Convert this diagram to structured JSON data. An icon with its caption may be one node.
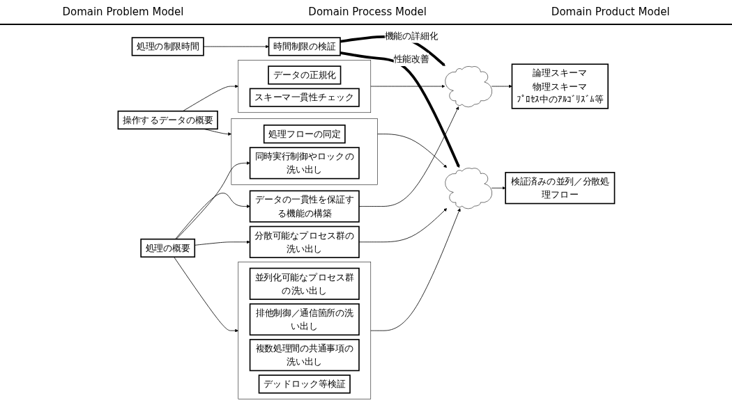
{
  "diagram": {
    "nodes": [
      {
        "text": [
          "操作するデータの概要"
        ]
      },
      {
        "text": [
          "処理の制限時間"
        ]
      },
      {
        "text": [
          "処理の概要"
        ]
      },
      {
        "text": [],
        "shape": "box"
      },
      {
        "text": [
          "データの正規化"
        ],
        "in": 3
      },
      {
        "text": [
          "スキーマ一貫性チェック"
        ],
        "in": 3
      },
      {
        "text": [
          "データの一貫性を保証する機能の構築"
        ]
      },
      {
        "text": [],
        "shape": "box"
      },
      {
        "text": [
          "処理フローの同定"
        ],
        "in": 7
      },
      {
        "text": [
          "同時実行制御やロックの洗い出し"
        ],
        "in": 7
      },
      {
        "text": [
          "分散可能なプロセス群の洗い出し"
        ]
      },
      {
        "text": [],
        "shape": "box"
      },
      {
        "text": [
          "並列化可能なプロセス群の洗い出し"
        ],
        "in": 11
      },
      {
        "text": [
          "排他制御／通信箇所の洗い出し"
        ],
        "in": 11
      },
      {
        "text": [
          "複数処理間の共通事項の洗い出し"
        ],
        "in": 11
      },
      {
        "text": [
          "デッドロック等検証"
        ],
        "in": 11
      },
      {
        "text": [],
        "shape": "cloud"
      },
      {
        "text": [
          "時間制限の検証"
        ]
      },
      {
        "text": [],
        "shape": "cloud"
      },
      {
        "text": [
          "論理スキーマ",
          "物理スキーマ",
          "ﾌﾟﾛｾｽ中のｱﾙｺﾞﾘｽﾞﾑ等"
        ]
      },
      {
        "text": [
          "検証済みの並列／分散処理フロー"
        ]
      }
    ],
    "edges": [
      {
        "from": 0,
        "to": 3,
        "arrow": "to"
      },
      {
        "from": 0,
        "to": 7,
        "arrow": "to"
      },
      {
        "from": 2,
        "to": 6,
        "arrow": "to"
      },
      {
        "from": 2,
        "to": 9,
        "arrow": "to"
      },
      {
        "from": 2,
        "to": 10,
        "arrow": "to"
      },
      {
        "from": 2,
        "to": 11,
        "arrow": "to"
      },
      {
        "from": 1,
        "to": 17,
        "arrow": "to"
      },
      {
        "from": 3,
        "to": 16,
        "arrow": "to"
      },
      {
        "from": 6,
        "to": 16,
        "arrow": "to"
      },
      {
        "from": 7,
        "to": 18,
        "arrow": "to"
      },
      {
        "from": 10,
        "to": 18,
        "arrow": "to"
      },
      {
        "from": 11,
        "to": 18,
        "arrow": "to"
      },
      {
        "from": 17,
        "to": 16,
        "arrow": "to",
        "label": "機能の詳細化",
        "style": "thick"
      },
      {
        "from": 17,
        "to": 18,
        "arrow": "to",
        "label": "性能改善",
        "style": "thick"
      },
      {
        "from": 16,
        "to": 19,
        "arrow": "to"
      },
      {
        "from": 18,
        "to": 20,
        "arrow": "to"
      }
    ],
    "labels": [
      "Domain Problem Model",
      "Domain Process Model",
      "Domain Product Model"
    ]
  }
}
